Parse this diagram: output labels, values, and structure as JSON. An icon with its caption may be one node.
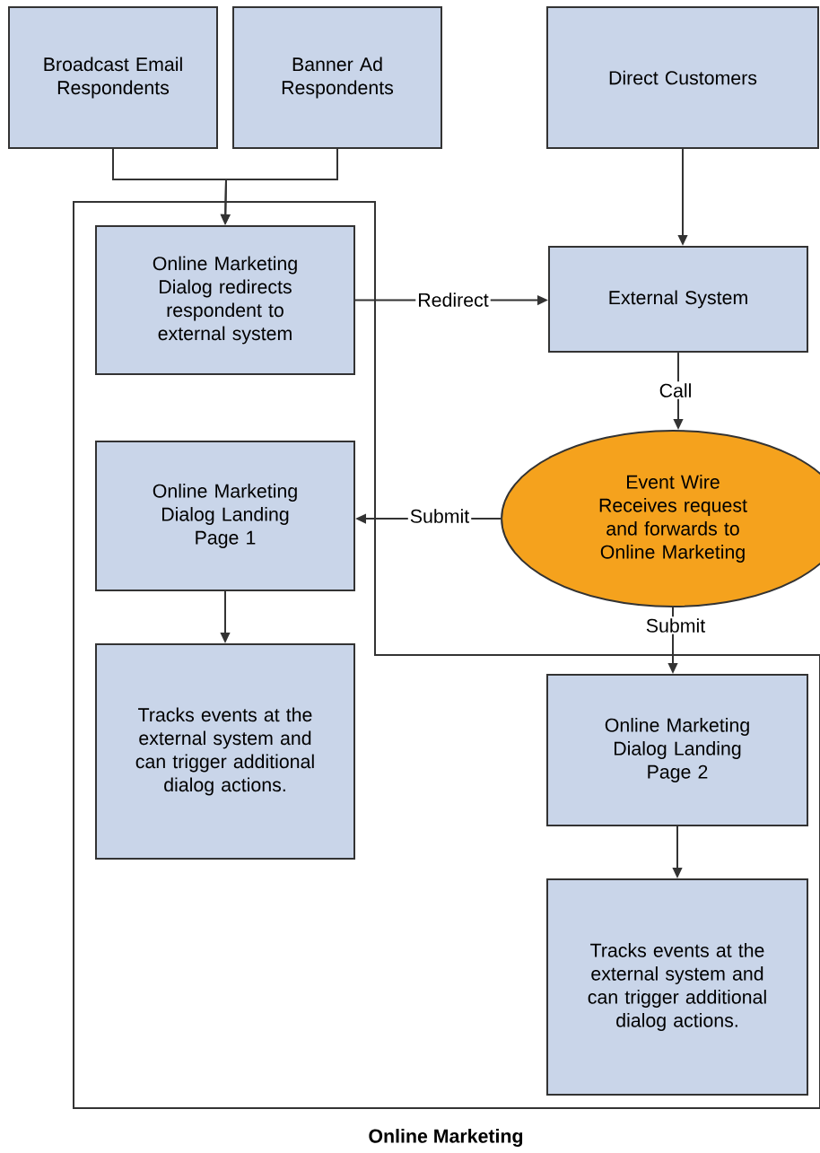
{
  "diagram": {
    "nodes": [
      {
        "text": [
          "Broadcast Email Respondents"
        ]
      },
      {
        "text": [
          "Banner Ad Respondents"
        ]
      },
      {
        "text": [
          "Direct Customers"
        ]
      },
      {
        "text": [
          "Online Marketing"
        ]
      },
      {
        "text": [
          "Online Marketing Dialog redirects respondent to external system"
        ],
        "in": 3
      },
      {
        "text": [
          "External System"
        ]
      },
      {
        "text": [
          "Online Marketing Dialog Landing Page 1"
        ],
        "in": 3
      },
      {
        "text": [
          "Event Wire",
          "Receives request and forwards to Online Marketing"
        ]
      },
      {
        "text": [
          "Tracks events at the external system and can trigger additional dialog actions."
        ],
        "in": 3
      },
      {
        "text": [
          "Online Marketing Dialog Landing Page 2"
        ],
        "in": 3
      },
      {
        "text": [
          "Tracks events at the external system and can trigger additional dialog actions."
        ],
        "in": 3
      }
    ],
    "edges": [
      {
        "from": 0,
        "to": 4,
        "arrow": "to"
      },
      {
        "from": 1,
        "to": 4,
        "arrow": "to"
      },
      {
        "from": 2,
        "to": 5,
        "arrow": "to"
      },
      {
        "from": 4,
        "to": 5,
        "arrow": "to",
        "label": "Redirect"
      },
      {
        "from": 5,
        "to": 7,
        "arrow": "to",
        "label": "Call"
      },
      {
        "from": 7,
        "to": 6,
        "arrow": "to",
        "label": "Submit"
      },
      {
        "from": 6,
        "to": 8,
        "arrow": "to"
      },
      {
        "from": 7,
        "to": 9,
        "arrow": "to",
        "label": "Submit"
      },
      {
        "from": 9,
        "to": 10,
        "arrow": "to"
      }
    ]
  }
}
